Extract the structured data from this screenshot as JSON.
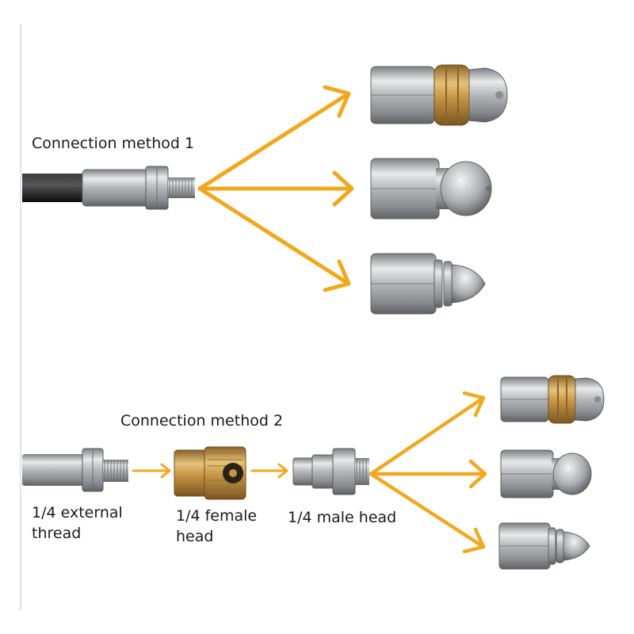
{
  "labels": {
    "method1": "Connection method 1",
    "method2": "Connection method 2",
    "external_thread": "1/4 external\nthread",
    "female_head": "1/4 female\nhead",
    "male_head": "1/4 male head"
  },
  "colors": {
    "arrow": "#f2a81d",
    "steel": "#c4c6c8",
    "brass": "#c9a050",
    "hose": "#1c1c1c"
  }
}
